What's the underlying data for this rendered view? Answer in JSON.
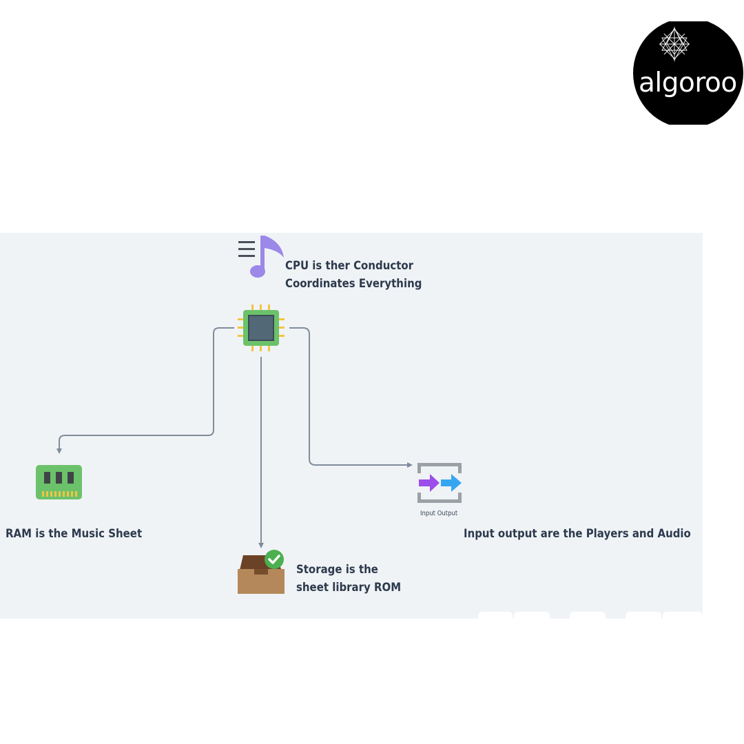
{
  "logo": {
    "text": "algoroo"
  },
  "diagram": {
    "cpu_label_line1": "CPU is ther Conductor",
    "cpu_label_line2": "Coordinates Everything",
    "ram_label": "RAM is the Music Sheet",
    "storage_label_line1": "Storage is the",
    "storage_label_line2": "sheet library ROM",
    "io_icon_caption": "Input Output",
    "io_label": "Input output are the Players and Audio"
  },
  "icons": [
    "music-note-icon",
    "cpu-chip-icon",
    "ram-module-icon",
    "storage-tray-icon",
    "check-icon",
    "input-output-icon"
  ],
  "colors": {
    "canvas_bg": "#f0f3f6",
    "wire": "#7f8c9a",
    "chip_green": "#6cc26a",
    "chip_core": "#536877",
    "chip_pins": "#f4c542",
    "note_purple": "#9b88e8",
    "tray_brown": "#b4885a",
    "check_green": "#4caf50",
    "io_purple": "#9c4dea",
    "io_blue": "#37a6f2",
    "label_text": "#2c3a4c"
  }
}
